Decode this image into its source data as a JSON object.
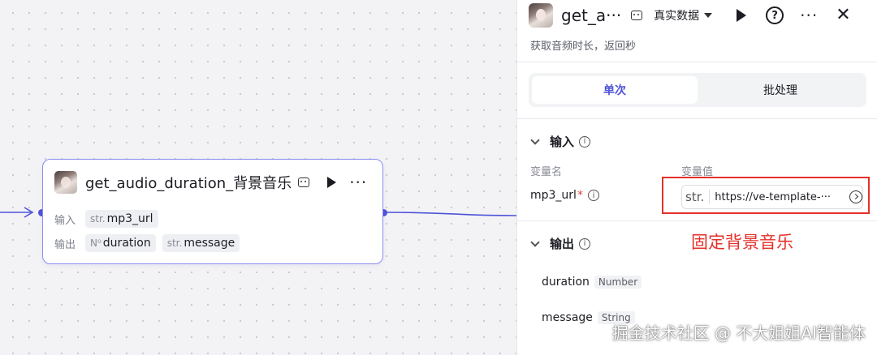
{
  "node": {
    "title": "get_audio_duration_背景音乐",
    "input_label": "输入",
    "output_label": "输出",
    "inputs": [
      {
        "type": "str.",
        "name": "mp3_url"
      }
    ],
    "outputs": [
      {
        "type": "N⁰",
        "name": "duration"
      },
      {
        "type": "str.",
        "name": "message"
      }
    ]
  },
  "panel": {
    "title": "get_a···",
    "mode": "真实数据",
    "help_glyph": "?",
    "more_glyph": "···",
    "close_glyph": "✕",
    "description": "获取音频时长，返回秒",
    "tabs": [
      {
        "label": "单次",
        "active": true
      },
      {
        "label": "批处理",
        "active": false
      }
    ],
    "input_section": "输入",
    "col_name": "变量名",
    "col_value": "变量值",
    "var_name": "mp3_url",
    "required_mark": "*",
    "value_prefix": "str.",
    "value": "https://ve-template-···",
    "output_section": "输出",
    "outputs": [
      {
        "name": "duration",
        "type": "Number"
      },
      {
        "name": "message",
        "type": "String"
      }
    ]
  },
  "annotation": "固定背景音乐",
  "watermark": "掘金技术社区 @ 不大姐姐AI智能体",
  "colors": {
    "accent": "#4e52d8",
    "annotation": "#e5302a",
    "node_border": "#8b8ff0"
  }
}
